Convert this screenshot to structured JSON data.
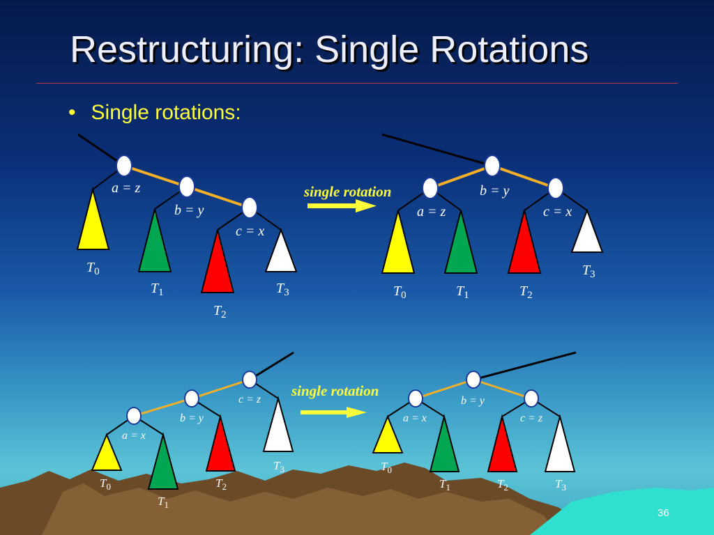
{
  "title": "Restructuring: Single Rotations",
  "bullet": "Single rotations:",
  "page_number": "36",
  "colors": {
    "t0": "#ffff00",
    "t1": "#00a651",
    "t2": "#ff0000",
    "t3": "#ffffff",
    "edge": "#f5b028",
    "node": "#ffffff",
    "node_stroke": "#1a3a9a"
  },
  "arrow_label": "single rotation",
  "top_before": {
    "a": "a = z",
    "b": "b = y",
    "c": "c = x",
    "t0": [
      "T",
      "0"
    ],
    "t1": [
      "T",
      "1"
    ],
    "t2": [
      "T",
      "2"
    ],
    "t3": [
      "T",
      "3"
    ]
  },
  "top_after": {
    "a": "a = z",
    "b": "b = y",
    "c": "c = x",
    "t0": [
      "T",
      "0"
    ],
    "t1": [
      "T",
      "1"
    ],
    "t2": [
      "T",
      "2"
    ],
    "t3": [
      "T",
      "3"
    ]
  },
  "bottom_before": {
    "a": "a = x",
    "b": "b = y",
    "c": "c = z",
    "t0": [
      "T",
      "0"
    ],
    "t1": [
      "T",
      "1"
    ],
    "t2": [
      "T",
      "2"
    ],
    "t3": [
      "T",
      "3"
    ]
  },
  "bottom_after": {
    "a": "a = x",
    "b": "b = y",
    "c": "c = z",
    "t0": [
      "T",
      "0"
    ],
    "t1": [
      "T",
      "1"
    ],
    "t2": [
      "T",
      "2"
    ],
    "t3": [
      "T",
      "3"
    ]
  }
}
